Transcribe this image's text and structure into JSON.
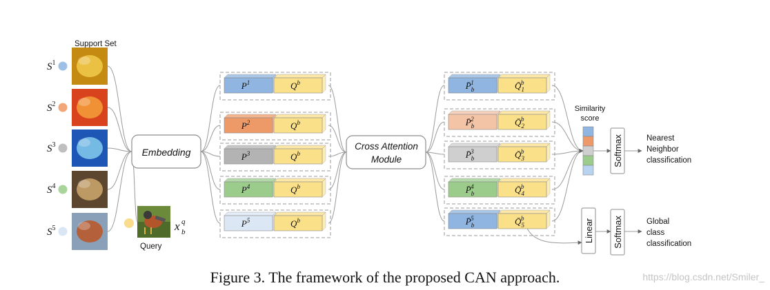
{
  "support_set": {
    "title": "Support Set",
    "items": [
      {
        "sym": "S",
        "sup": "1",
        "color": "#9cc0e6"
      },
      {
        "sym": "S",
        "sup": "2",
        "color": "#f2a77a"
      },
      {
        "sym": "S",
        "sup": "3",
        "color": "#bfbfbf"
      },
      {
        "sym": "S",
        "sup": "4",
        "color": "#a9d49b"
      },
      {
        "sym": "S",
        "sup": "5",
        "color": "#dbe6f5"
      }
    ]
  },
  "query": {
    "label": "Query",
    "sym": "x",
    "sub": "b",
    "sup": "q",
    "color": "#f9dc8c"
  },
  "embedding_label": "Embedding",
  "cam_label": [
    "Cross Attention",
    "Module"
  ],
  "pairs_left": [
    {
      "p": "P",
      "psup": "1",
      "q": "Q",
      "qsup": "b",
      "color": "#8fb5e0"
    },
    {
      "p": "P",
      "psup": "2",
      "q": "Q",
      "qsup": "b",
      "color": "#ee9a68"
    },
    {
      "p": "P",
      "psup": "3",
      "q": "Q",
      "qsup": "b",
      "color": "#b3b3b3"
    },
    {
      "p": "P",
      "psup": "4",
      "q": "Q",
      "qsup": "b",
      "color": "#9ccc8c"
    },
    {
      "p": "P",
      "psup": "5",
      "q": "Q",
      "qsup": "b",
      "color": "#dce7f5"
    }
  ],
  "pairs_right": [
    {
      "p": "P̄",
      "psub": "b",
      "psup": "1",
      "q": "Q̄",
      "qsub": "1",
      "qsup": "b",
      "color": "#8fb5e0"
    },
    {
      "p": "P̄",
      "psub": "b",
      "psup": "2",
      "q": "Q̄",
      "qsub": "2",
      "qsup": "b",
      "color": "#f4c4a6"
    },
    {
      "p": "P̄",
      "psub": "b",
      "psup": "3",
      "q": "Q̄",
      "qsub": "3",
      "qsup": "b",
      "color": "#cfcfcf"
    },
    {
      "p": "P̄",
      "psub": "b",
      "psup": "4",
      "q": "Q̄",
      "qsub": "4",
      "qsup": "b",
      "color": "#9ccc8c"
    },
    {
      "p": "P̄",
      "psub": "b",
      "psup": "5",
      "q": "Q̄",
      "qsub": "5",
      "qsup": "b",
      "color": "#8fb5e0"
    }
  ],
  "q_color": "#fbe08a",
  "similarity": {
    "label": [
      "Similarity",
      "score"
    ],
    "colors": [
      "#8fb5e0",
      "#ee9a68",
      "#cfcfcf",
      "#9ccc8c",
      "#b8d3f0"
    ]
  },
  "softmax_label": "Softmax",
  "linear_label": "Linear",
  "nn_label": [
    "Nearest",
    "Neighbor",
    "classification"
  ],
  "global_label": [
    "Global",
    "class",
    "classification"
  ],
  "caption": "Figure 3. The framework of the proposed CAN approach.",
  "watermark": "https://blog.csdn.net/Smiler_"
}
